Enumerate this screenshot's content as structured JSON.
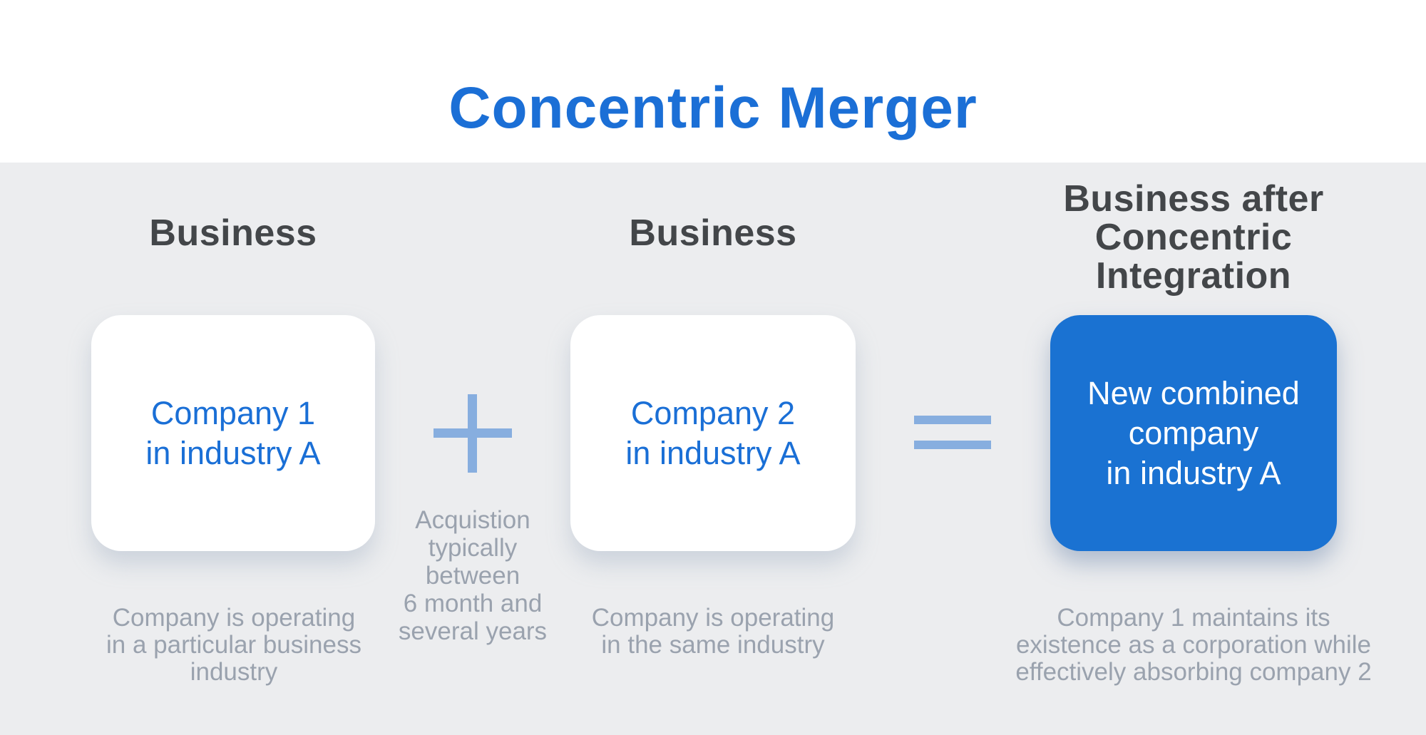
{
  "title": "Concentric Merger",
  "colors": {
    "title_blue": "#1B6FD6",
    "card_text_blue": "#1A6FD6",
    "combined_card_blue": "#1A72D2",
    "operator_light_blue": "#87AEDF",
    "heading_dark_gray": "#434649",
    "caption_gray": "#9AA2AE",
    "panel_background": "#ECEDEF",
    "card_white": "#FFFFFF"
  },
  "columns": [
    {
      "heading": "Business",
      "card_text": "Company 1\nin industry A",
      "caption": "Company is operating\nin a particular business\nindustry"
    },
    {
      "heading": "Business",
      "card_text": "Company 2\nin industry A",
      "caption": "Company is operating\nin the same industry"
    },
    {
      "heading": "Business after\nConcentric\nIntegration",
      "card_text": "New combined\ncompany\nin industry A",
      "caption": "Company 1 maintains its\nexistence as a corporation while\neffectively absorbing company 2"
    }
  ],
  "operators": {
    "plus_icon": "plus-icon",
    "equals_icon": "equals-icon",
    "plus_note": "Acquistion\ntypically\nbetween\n6 month and\nseveral years"
  }
}
